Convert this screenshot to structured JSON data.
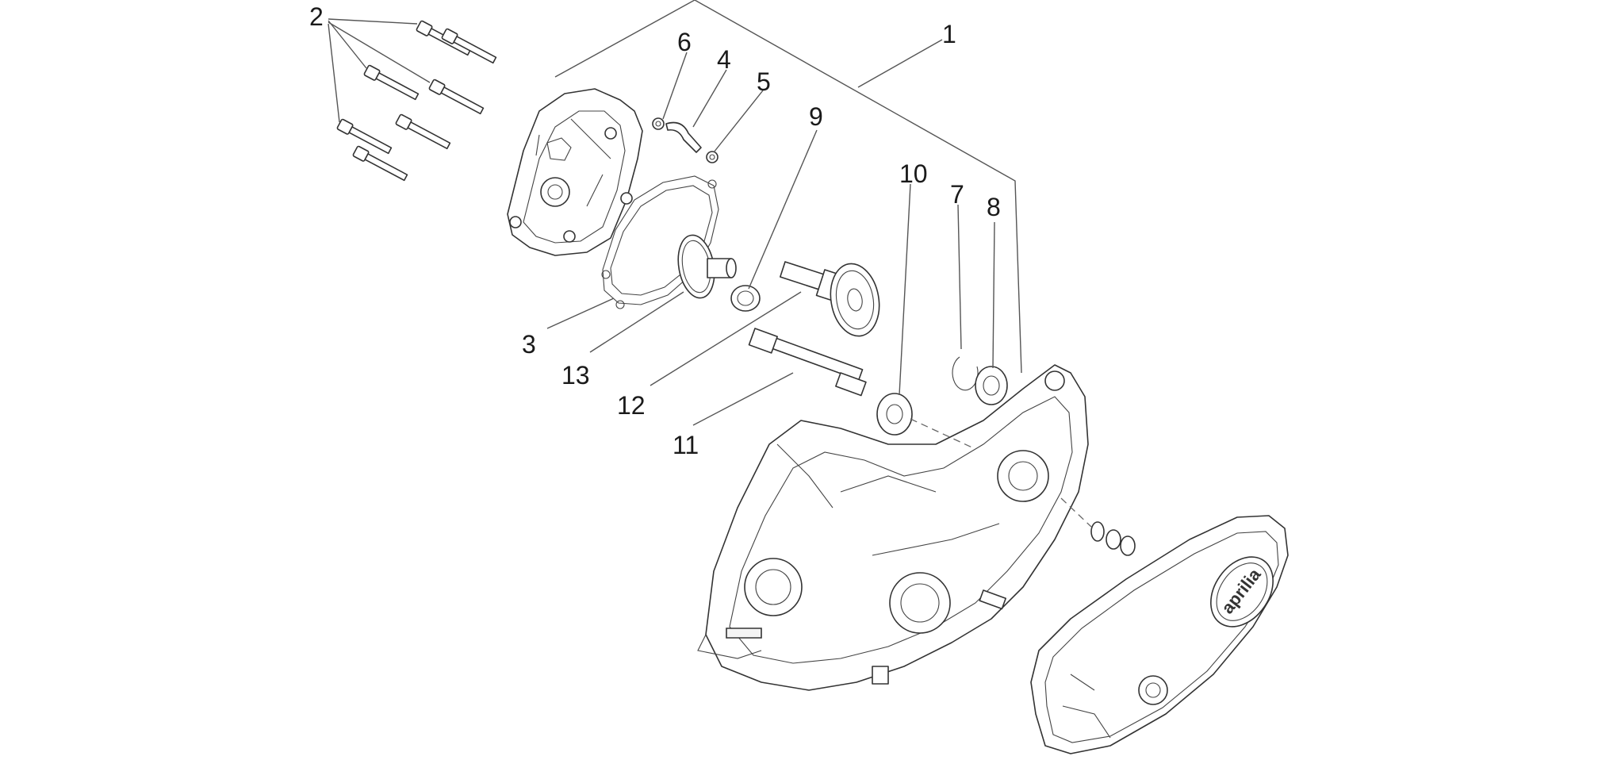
{
  "callouts": {
    "c1": "1",
    "c2": "2",
    "c3": "3",
    "c4": "4",
    "c5": "5",
    "c6": "6",
    "c7": "7",
    "c8": "8",
    "c9": "9",
    "c10": "10",
    "c11": "11",
    "c12": "12",
    "c13": "13"
  },
  "cover_logo": "aprilia"
}
